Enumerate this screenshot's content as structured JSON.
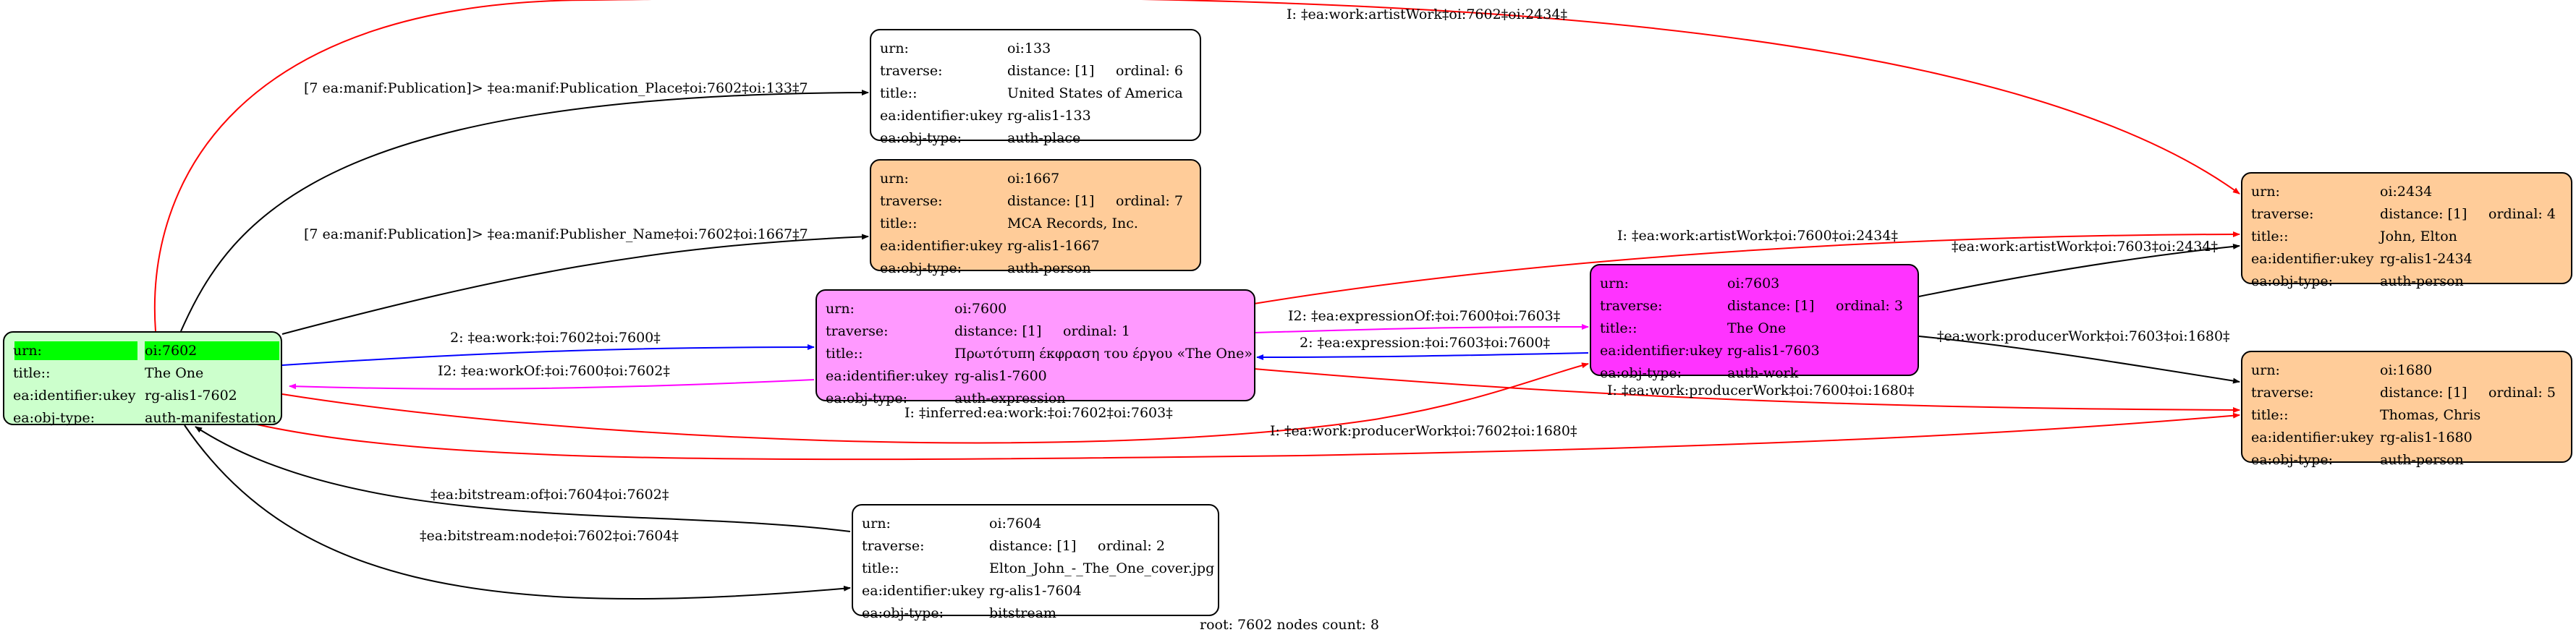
{
  "colors": {
    "manifestation": "#ccffcc",
    "expression": "#ff99ff",
    "work": "#ff33ff",
    "person": "#ffcc99",
    "place": "#ffffff",
    "bitstream": "#ffffff",
    "highlight": "#00ff00",
    "edge_black": "#000000",
    "edge_red": "#ff0000",
    "edge_blue": "#0000ff",
    "edge_magenta": "#ff00ff"
  },
  "nodes": {
    "n7602": {
      "rows": [
        {
          "k": "urn:",
          "v": "oi:7602",
          "extra": ""
        },
        {
          "k": "title::",
          "v": "The One",
          "extra": ""
        },
        {
          "k": "ea:identifier:ukey",
          "v": "rg-alis1-7602",
          "extra": ""
        },
        {
          "k": "ea:obj-type:",
          "v": "auth-manifestation",
          "extra": ""
        }
      ]
    },
    "n133": {
      "rows": [
        {
          "k": "urn:",
          "v": "oi:133",
          "extra": ""
        },
        {
          "k": "traverse:",
          "v": "distance: [1]",
          "extra": "ordinal: 6"
        },
        {
          "k": "title::",
          "v": "United States of America",
          "extra": ""
        },
        {
          "k": "ea:identifier:ukey",
          "v": "rg-alis1-133",
          "extra": ""
        },
        {
          "k": "ea:obj-type:",
          "v": "auth-place",
          "extra": ""
        }
      ]
    },
    "n1667": {
      "rows": [
        {
          "k": "urn:",
          "v": "oi:1667",
          "extra": ""
        },
        {
          "k": "traverse:",
          "v": "distance: [1]",
          "extra": "ordinal: 7"
        },
        {
          "k": "title::",
          "v": "MCA Records, Inc.",
          "extra": ""
        },
        {
          "k": "ea:identifier:ukey",
          "v": "rg-alis1-1667",
          "extra": ""
        },
        {
          "k": "ea:obj-type:",
          "v": "auth-person",
          "extra": ""
        }
      ]
    },
    "n7600": {
      "rows": [
        {
          "k": "urn:",
          "v": "oi:7600",
          "extra": ""
        },
        {
          "k": "traverse:",
          "v": "distance: [1]",
          "extra": "ordinal: 1"
        },
        {
          "k": "title::",
          "v": "Πρωτότυπη έκφραση του έργου «The One»",
          "extra": ""
        },
        {
          "k": "ea:identifier:ukey",
          "v": "rg-alis1-7600",
          "extra": ""
        },
        {
          "k": "ea:obj-type:",
          "v": "auth-expression",
          "extra": ""
        }
      ]
    },
    "n7603": {
      "rows": [
        {
          "k": "urn:",
          "v": "oi:7603",
          "extra": ""
        },
        {
          "k": "traverse:",
          "v": "distance: [1]",
          "extra": "ordinal: 3"
        },
        {
          "k": "title::",
          "v": "The One",
          "extra": ""
        },
        {
          "k": "ea:identifier:ukey",
          "v": "rg-alis1-7603",
          "extra": ""
        },
        {
          "k": "ea:obj-type:",
          "v": "auth-work",
          "extra": ""
        }
      ]
    },
    "n2434": {
      "rows": [
        {
          "k": "urn:",
          "v": "oi:2434",
          "extra": ""
        },
        {
          "k": "traverse:",
          "v": "distance: [1]",
          "extra": "ordinal: 4"
        },
        {
          "k": "title::",
          "v": "John, Elton",
          "extra": ""
        },
        {
          "k": "ea:identifier:ukey",
          "v": "rg-alis1-2434",
          "extra": ""
        },
        {
          "k": "ea:obj-type:",
          "v": "auth-person",
          "extra": ""
        }
      ]
    },
    "n1680": {
      "rows": [
        {
          "k": "urn:",
          "v": "oi:1680",
          "extra": ""
        },
        {
          "k": "traverse:",
          "v": "distance: [1]",
          "extra": "ordinal: 5"
        },
        {
          "k": "title::",
          "v": "Thomas, Chris",
          "extra": ""
        },
        {
          "k": "ea:identifier:ukey",
          "v": "rg-alis1-1680",
          "extra": ""
        },
        {
          "k": "ea:obj-type:",
          "v": "auth-person",
          "extra": ""
        }
      ]
    },
    "n7604": {
      "rows": [
        {
          "k": "urn:",
          "v": "oi:7604",
          "extra": ""
        },
        {
          "k": "traverse:",
          "v": "distance: [1]",
          "extra": "ordinal: 2"
        },
        {
          "k": "title::",
          "v": "Elton_John_-_The_One_cover.jpg",
          "extra": ""
        },
        {
          "k": "ea:identifier:ukey",
          "v": "rg-alis1-7604",
          "extra": ""
        },
        {
          "k": "ea:obj-type:",
          "v": "bitstream",
          "extra": ""
        }
      ]
    }
  },
  "edges": {
    "e_artist_7602_2434": "I: ‡ea:work:artistWork‡oi:7602‡oi:2434‡",
    "e_pubplace": "[7 ea:manif:Publication]> ‡ea:manif:Publication_Place‡oi:7602‡oi:133‡7",
    "e_pubname": "[7 ea:manif:Publication]> ‡ea:manif:Publisher_Name‡oi:7602‡oi:1667‡7",
    "e_artist_7600_2434": "I: ‡ea:work:artistWork‡oi:7600‡oi:2434‡",
    "e_artist_7603_2434": "‡ea:work:artistWork‡oi:7603‡oi:2434‡",
    "e_work_7602_7600": "2: ‡ea:work:‡oi:7602‡oi:7600‡",
    "e_workof_7600_7602": "I2: ‡ea:workOf:‡oi:7600‡oi:7602‡",
    "e_exprof_7600_7603": "I2: ‡ea:expressionOf:‡oi:7600‡oi:7603‡",
    "e_expr_7603_7600": "2: ‡ea:expression:‡oi:7603‡oi:7600‡",
    "e_producer_7603_1680": "‡ea:work:producerWork‡oi:7603‡oi:1680‡",
    "e_producer_7600_1680": "I: ‡ea:work:producerWork‡oi:7600‡oi:1680‡",
    "e_inferred_7602_7603": "I: ‡inferred:ea:work:‡oi:7602‡oi:7603‡",
    "e_producer_7602_1680": "I: ‡ea:work:producerWork‡oi:7602‡oi:1680‡",
    "e_bitstreamof": "‡ea:bitstream:of‡oi:7604‡oi:7602‡",
    "e_bitstreamnode": "‡ea:bitstream:node‡oi:7602‡oi:7604‡"
  },
  "footer": "root: 7602 nodes count: 8"
}
